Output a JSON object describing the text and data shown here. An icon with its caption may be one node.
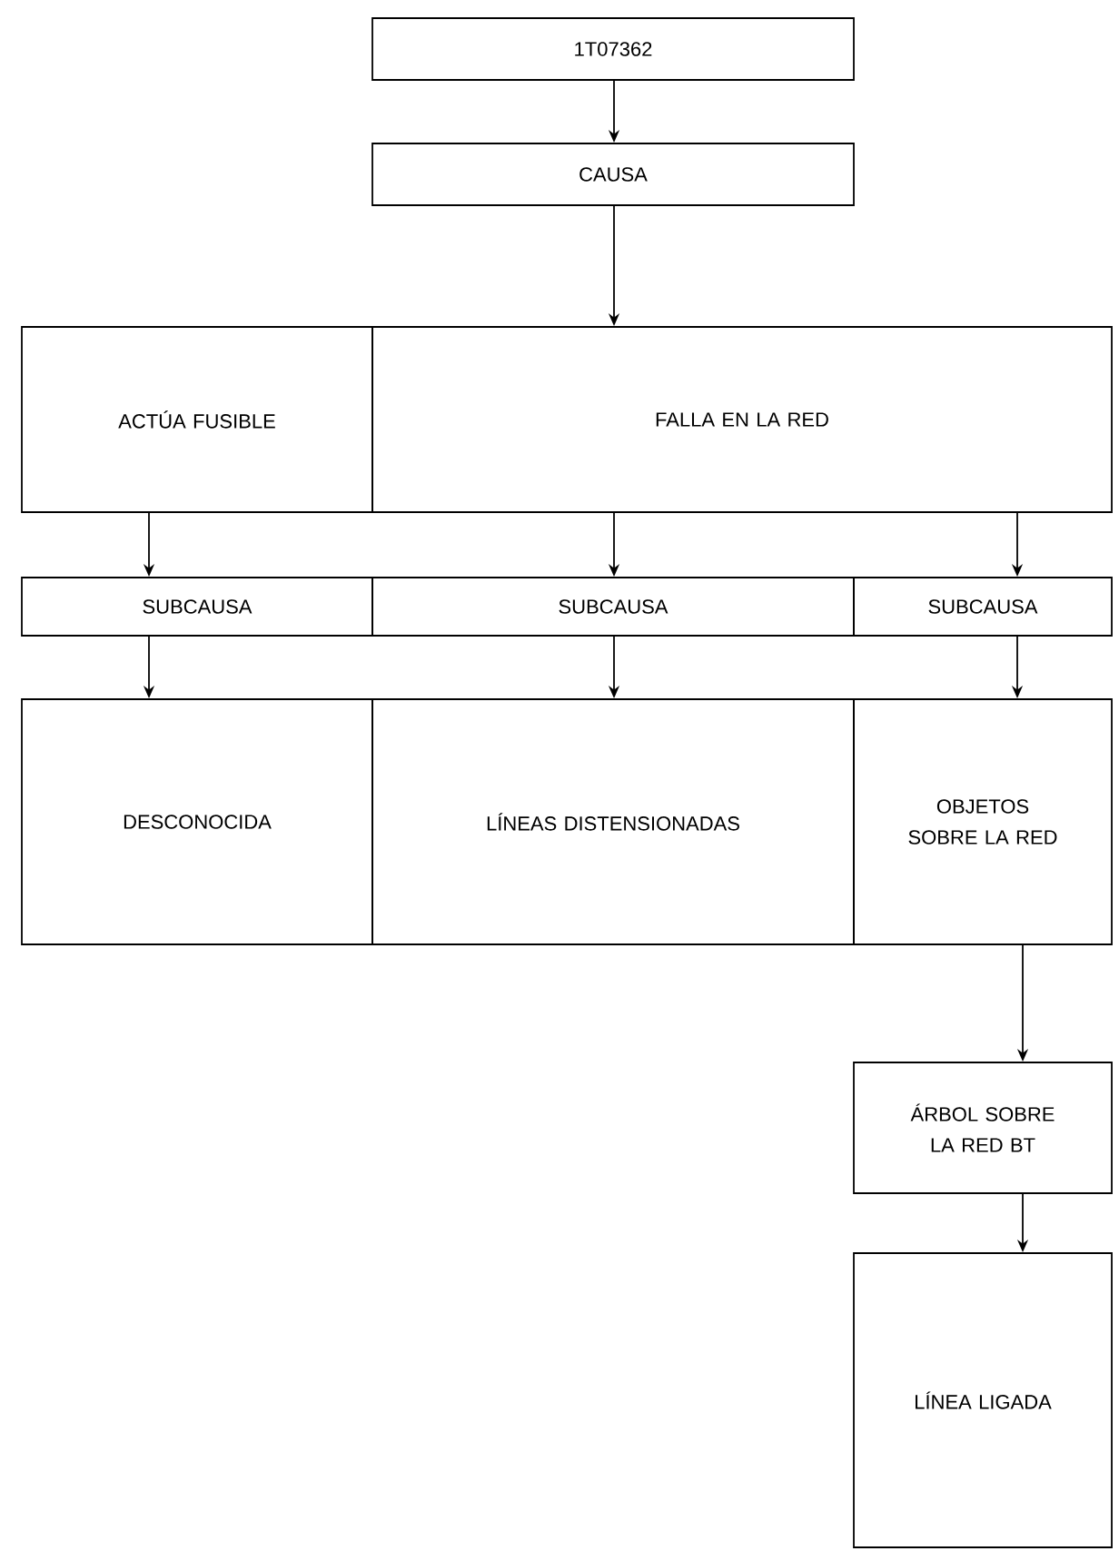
{
  "diagram": {
    "nodes": [
      {
        "text": [
          "1T07362"
        ]
      },
      {
        "text": [
          "CAUSA"
        ]
      },
      {
        "text": [
          "ACTÚA FUSIBLE"
        ]
      },
      {
        "text": [
          "FALLA EN LA RED"
        ]
      },
      {
        "text": [
          "SUBCAUSA"
        ]
      },
      {
        "text": [
          "SUBCAUSA"
        ]
      },
      {
        "text": [
          "SUBCAUSA"
        ]
      },
      {
        "text": [
          "DESCONOCIDA"
        ]
      },
      {
        "text": [
          "LÍNEAS DISTENSIONADAS"
        ]
      },
      {
        "text": [
          "OBJETOS SOBRE LA RED"
        ]
      },
      {
        "text": [
          "ÁRBOL SOBRE LA RED BT"
        ]
      },
      {
        "text": [
          "LÍNEA LIGADA"
        ]
      }
    ],
    "edges": [
      {
        "from": 0,
        "to": 1,
        "arrow": "to"
      },
      {
        "from": 1,
        "to": 3,
        "arrow": "to"
      },
      {
        "from": 2,
        "to": 4,
        "arrow": "to"
      },
      {
        "from": 3,
        "to": 5,
        "arrow": "to"
      },
      {
        "from": 3,
        "to": 6,
        "arrow": "to"
      },
      {
        "from": 4,
        "to": 7,
        "arrow": "to"
      },
      {
        "from": 5,
        "to": 8,
        "arrow": "to"
      },
      {
        "from": 6,
        "to": 9,
        "arrow": "to"
      },
      {
        "from": 9,
        "to": 10,
        "arrow": "to"
      },
      {
        "from": 10,
        "to": 11,
        "arrow": "to"
      }
    ]
  }
}
